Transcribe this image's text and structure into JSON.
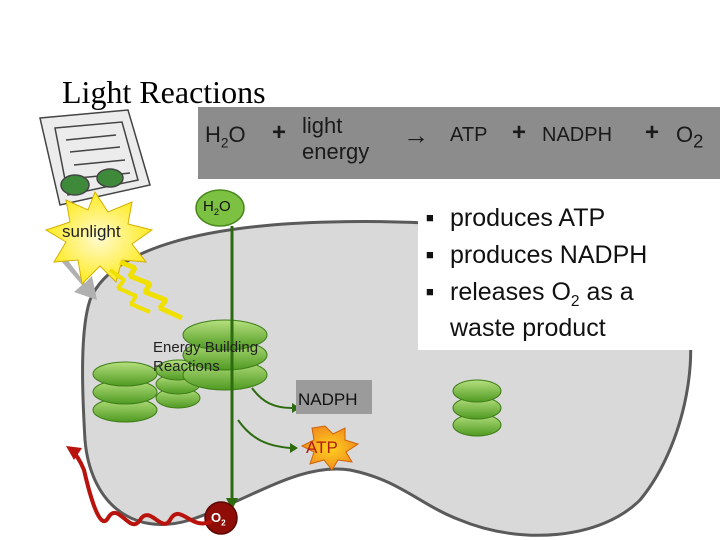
{
  "title": "Light Reactions",
  "equation": {
    "h2o": "H2O",
    "plus": "+",
    "light_line1": "light",
    "light_line2": "energy",
    "arrow": "→",
    "atp": "ATP",
    "nadph": "NADPH",
    "o2": "O2"
  },
  "bullets": {
    "b1": "produces ATP",
    "b2": "produces NADPH",
    "b3_a": "releases O2 as a",
    "b3_b": "waste product"
  },
  "labels": {
    "sunlight": "sunlight",
    "h2o": "H2O",
    "energy_building_1": "Energy Building",
    "energy_building_2": "Reactions",
    "nadph": "NADPH",
    "atp": "ATP",
    "o2": "O2"
  },
  "colors": {
    "stroma": "#dadada",
    "thylakoid": "#6fae32",
    "thylakoid_light": "#9fd26b",
    "equation_bar": "#8c8c8c",
    "sun": "#ffee00",
    "heat_wave": "#b8130c",
    "atp_burst": "#f39a1e"
  }
}
